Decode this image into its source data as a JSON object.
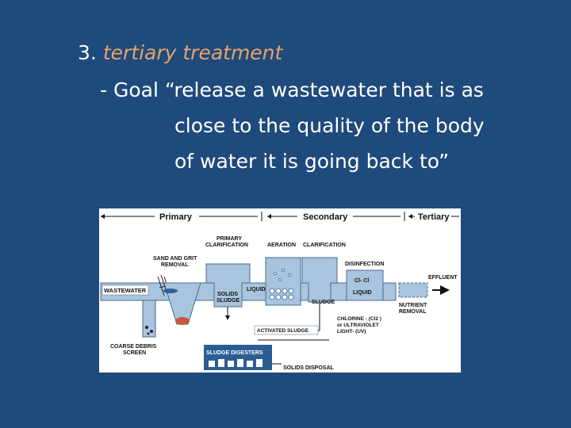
{
  "heading": {
    "number": "3.",
    "title": "tertiary treatment"
  },
  "goal": {
    "line1": "- Goal “release a wastewater that is as",
    "line2": "close to the quality of the body",
    "line3": "of water it is going back to”"
  },
  "diagram": {
    "stages": {
      "primary": "Primary",
      "secondary": "Secondary",
      "tertiary": "Tertiary"
    },
    "labels": {
      "primary_clarification_1": "PRIMARY",
      "primary_clarification_2": "CLARIFICATION",
      "aeration": "AERATION",
      "clarification": "CLARIFICATION",
      "sand_grit_1": "SAND AND GRIT",
      "sand_grit_2": "REMOVAL",
      "disinfection": "DISINFECTION",
      "effluent": "EFFLUENT",
      "wastewater": "WASTEWATER",
      "liquid1": "LIQUID",
      "liquid2": "LIQUID",
      "solids_sludge_1": "SOLIDS",
      "solids_sludge_2": "SLUDGE",
      "sludge": "SLUDGE",
      "nutrient_1": "NUTRIENT",
      "nutrient_2": "REMOVAL",
      "chlorine_1": "CHLORINE - (Cl2 )",
      "chlorine_2": "or ULTRAVIOLET",
      "chlorine_3": "LIGHT- (UV)",
      "activated_sludge": "ACTIVATED SLUDGE",
      "coarse_1": "COARSE DEBRIS",
      "coarse_2": "SCREEN",
      "digesters": "SLUDGE DIGESTERS",
      "solids_disposal": "SOLIDS DISPOSAL",
      "cl_cl": "Cl- Cl"
    },
    "colors": {
      "tank": "#a9c4de",
      "tank_dark": "#2e5f94",
      "frame": "#4a6b8a",
      "label_box": "#2b5d93"
    }
  }
}
